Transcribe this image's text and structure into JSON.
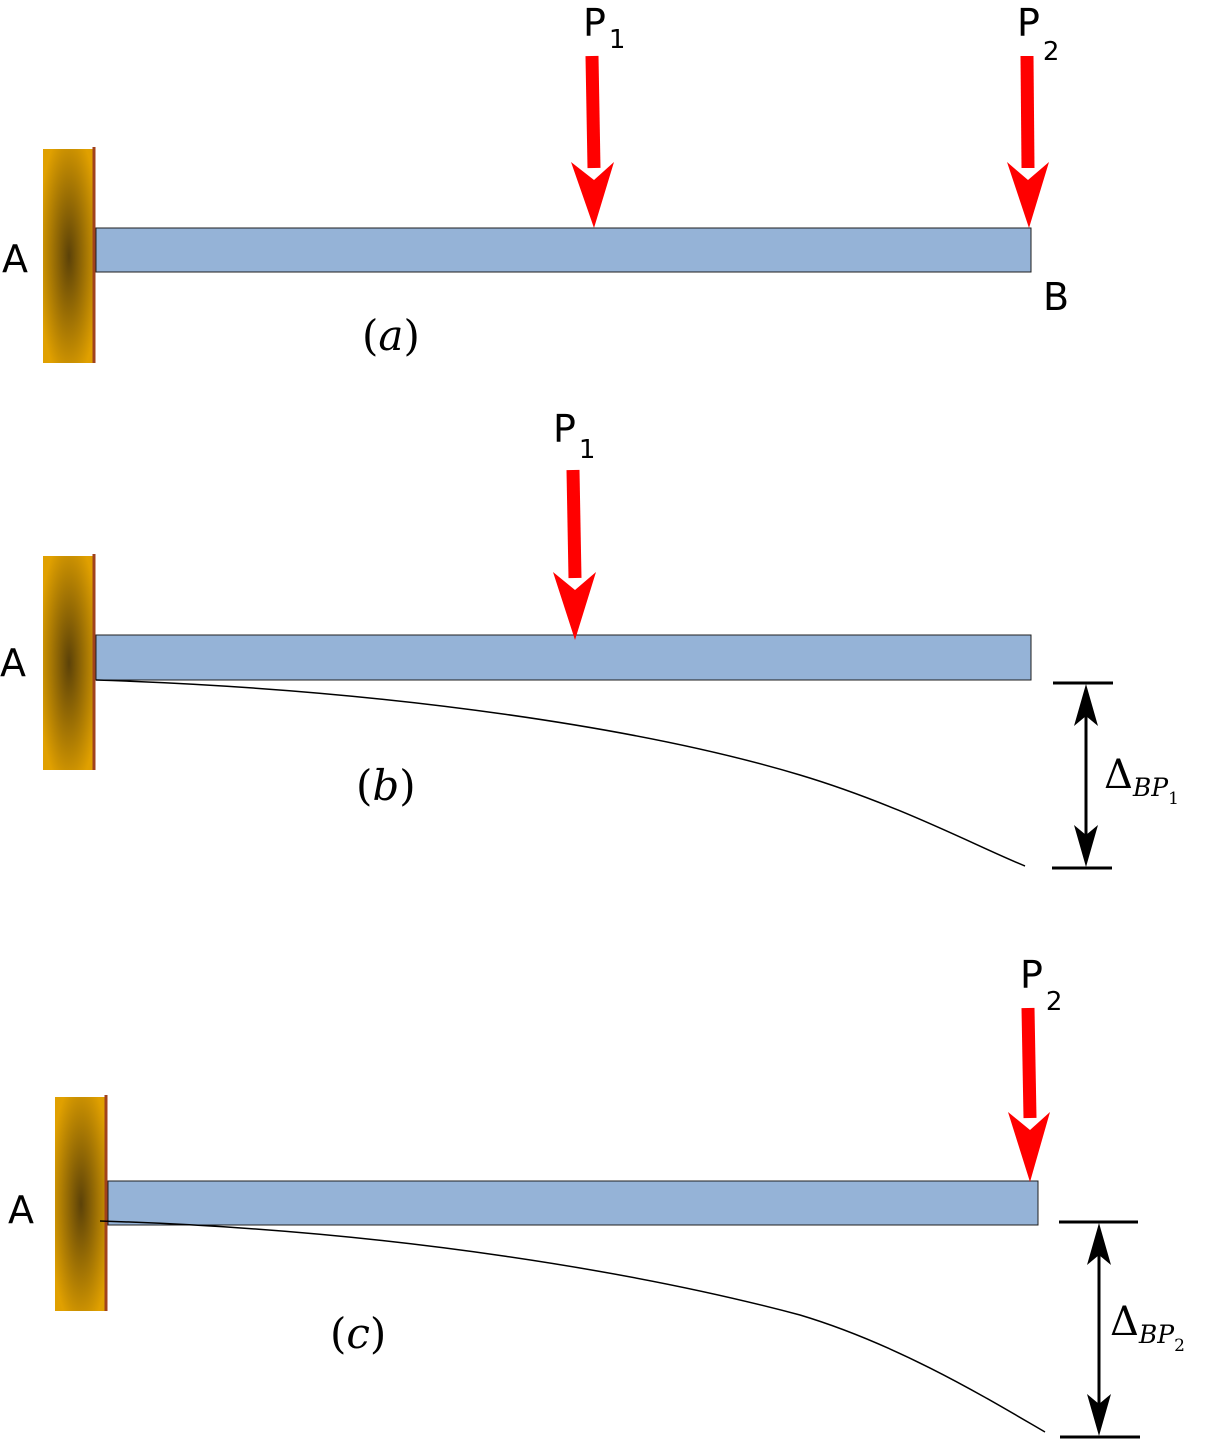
{
  "colors": {
    "beam_fill": "#95b3d7",
    "beam_stroke": "#1f1f1f",
    "load_arrow": "#ff0000",
    "support_gold": "#e0a000",
    "support_dark": "#5c4208",
    "support_edge": "#a0421c",
    "line": "#000000"
  },
  "panels": {
    "a": {
      "support_label": "A",
      "end_label": "B",
      "caption": {
        "open": "(",
        "letter": "a",
        "close": ")"
      },
      "load1": {
        "letter": "P",
        "sub": "1"
      },
      "load2": {
        "letter": "P",
        "sub": "2"
      }
    },
    "b": {
      "support_label": "A",
      "caption": {
        "open": "(",
        "letter": "b",
        "close": ")"
      },
      "load1": {
        "letter": "P",
        "sub": "1"
      },
      "deflection": {
        "delta": "Δ",
        "sub": "BP",
        "subsub": "1"
      }
    },
    "c": {
      "support_label": "A",
      "caption": {
        "open": "(",
        "letter": "c",
        "close": ")"
      },
      "load2": {
        "letter": "P",
        "sub": "2"
      },
      "deflection": {
        "delta": "Δ",
        "sub": "BP",
        "subsub": "2"
      }
    }
  }
}
